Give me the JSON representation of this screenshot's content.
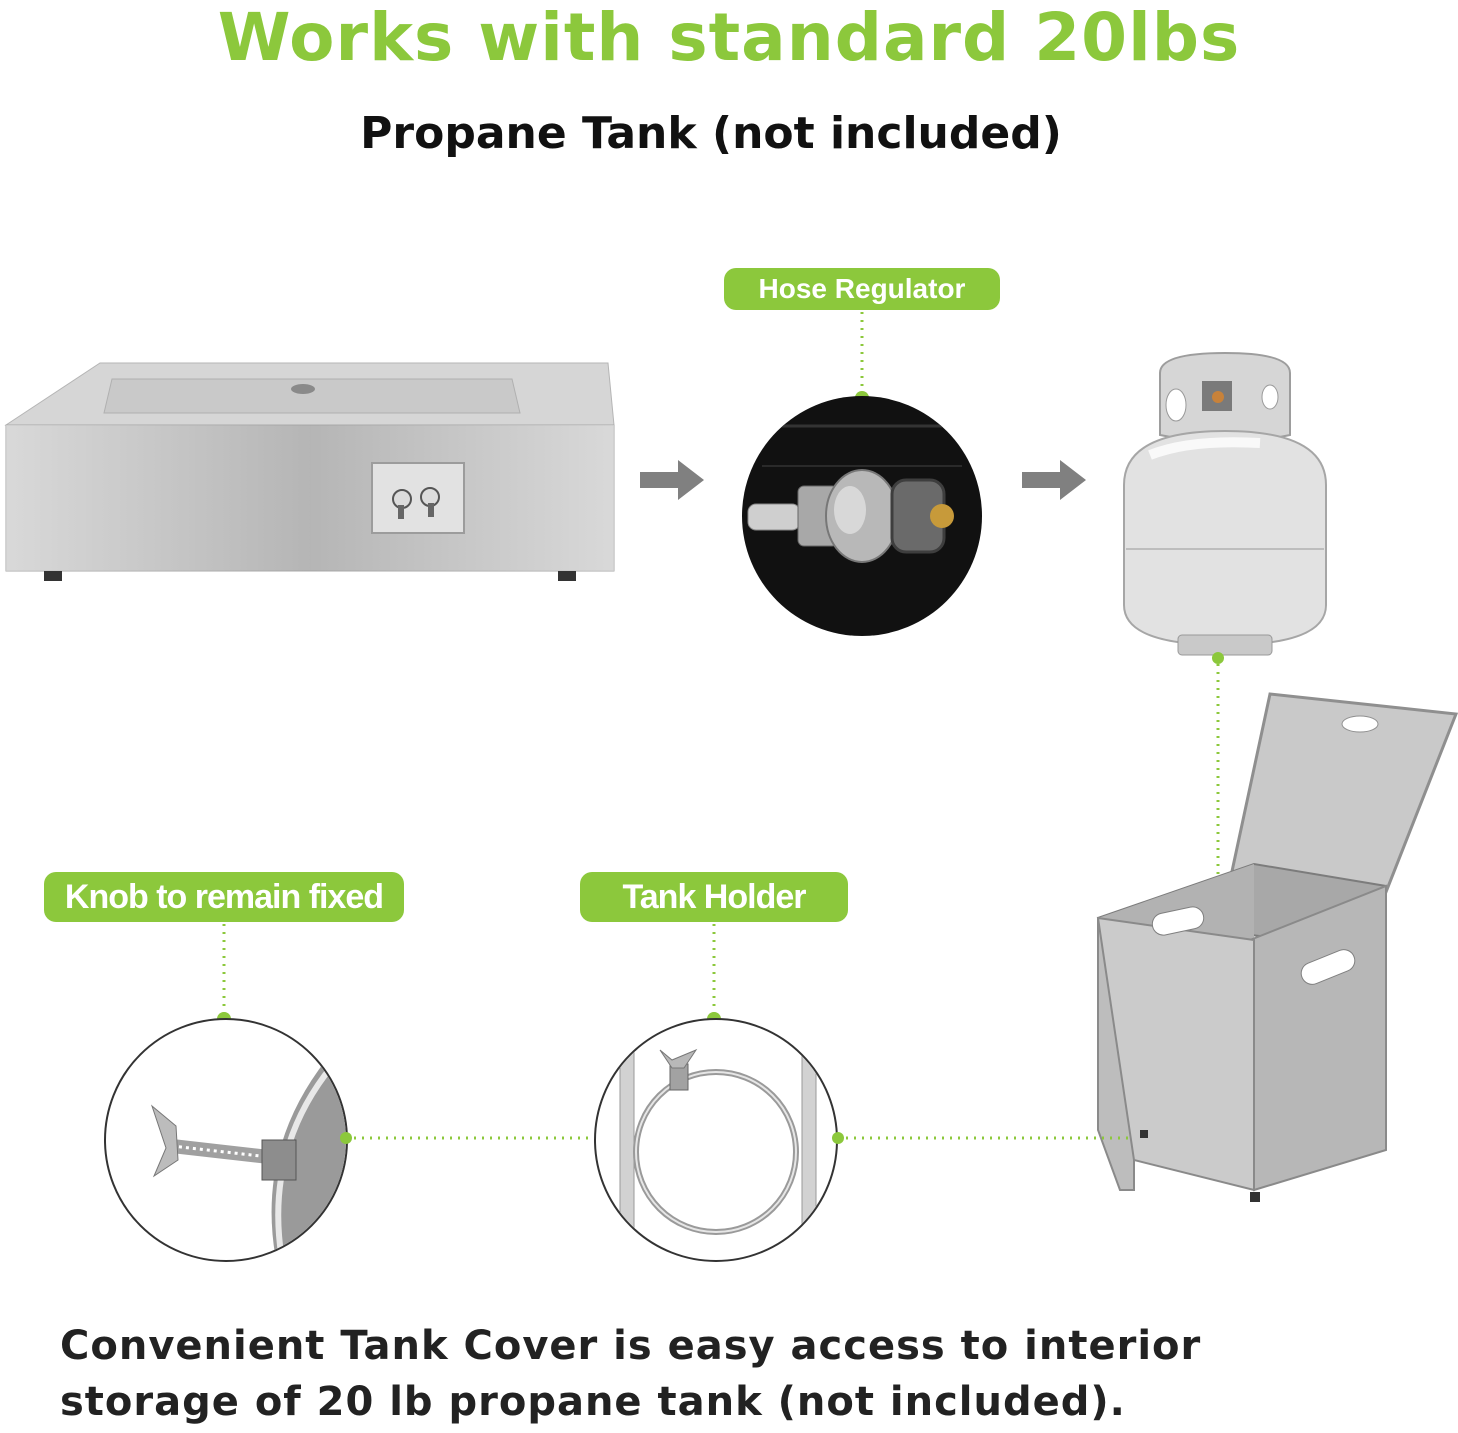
{
  "headline": "Works with standard 20lbs",
  "subheadline": "Propane Tank (not included)",
  "labels": {
    "hose_regulator": "Hose Regulator",
    "knob": "Knob to remain fixed",
    "tank_holder": "Tank Holder"
  },
  "footer": {
    "line1": "Convenient Tank Cover is easy access to interior",
    "line2": "storage of 20 lb propane tank (not included)."
  },
  "colors": {
    "accent_green": "#8cc83c",
    "text_dark": "#222222",
    "arrow_gray": "#808080",
    "steel_gray": "#c8c8c8"
  },
  "icons": [
    "right-arrow-icon",
    "right-arrow-icon"
  ]
}
